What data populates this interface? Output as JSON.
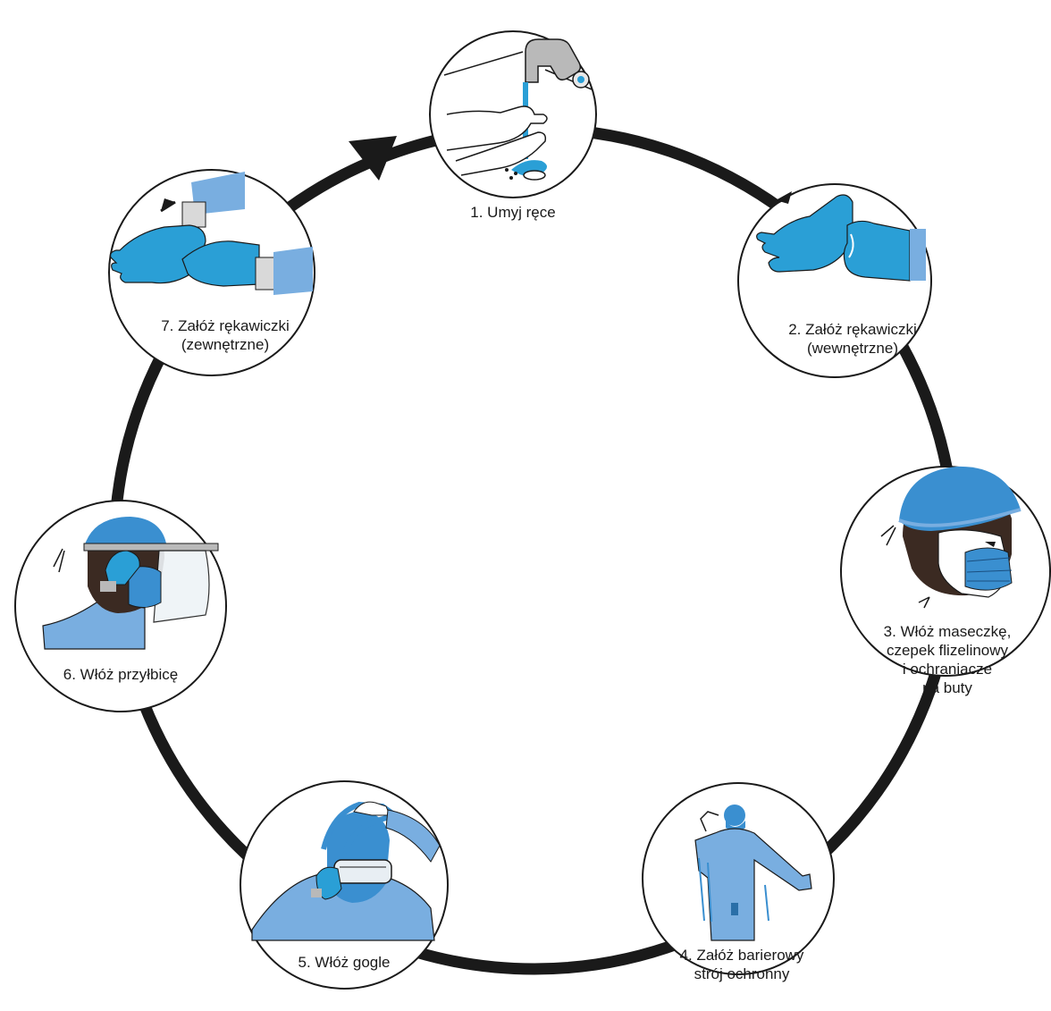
{
  "colors": {
    "ring": "#1a1a1a",
    "glove_blue": "#2a9fd6",
    "gown_blue": "#79aee0",
    "cap_blue": "#3a8fd0",
    "skin_dark": "#3b2a22",
    "outline": "#1a1a1a"
  },
  "steps": [
    {
      "number": 1,
      "icon": "hand-washing-icon",
      "lines": [
        "1. Umyj ręce"
      ]
    },
    {
      "number": 2,
      "icon": "inner-gloves-icon",
      "lines": [
        "2. Załóż rękawiczki",
        "(wewnętrzne)"
      ]
    },
    {
      "number": 3,
      "icon": "mask-cap-icon",
      "lines": [
        "3. Włóż maseczkę,",
        "czepek flizelinowy",
        "i ochraniacze",
        "na buty"
      ]
    },
    {
      "number": 4,
      "icon": "protective-gown-icon",
      "lines": [
        "4. Załóż barierowy",
        "strój ochronny"
      ]
    },
    {
      "number": 5,
      "icon": "goggles-icon",
      "lines": [
        "5. Włóż gogle"
      ]
    },
    {
      "number": 6,
      "icon": "face-shield-icon",
      "lines": [
        "6. Włóż przyłbicę"
      ]
    },
    {
      "number": 7,
      "icon": "outer-gloves-icon",
      "lines": [
        "7. Załóż rękawiczki",
        "(zewnętrzne)"
      ]
    }
  ]
}
